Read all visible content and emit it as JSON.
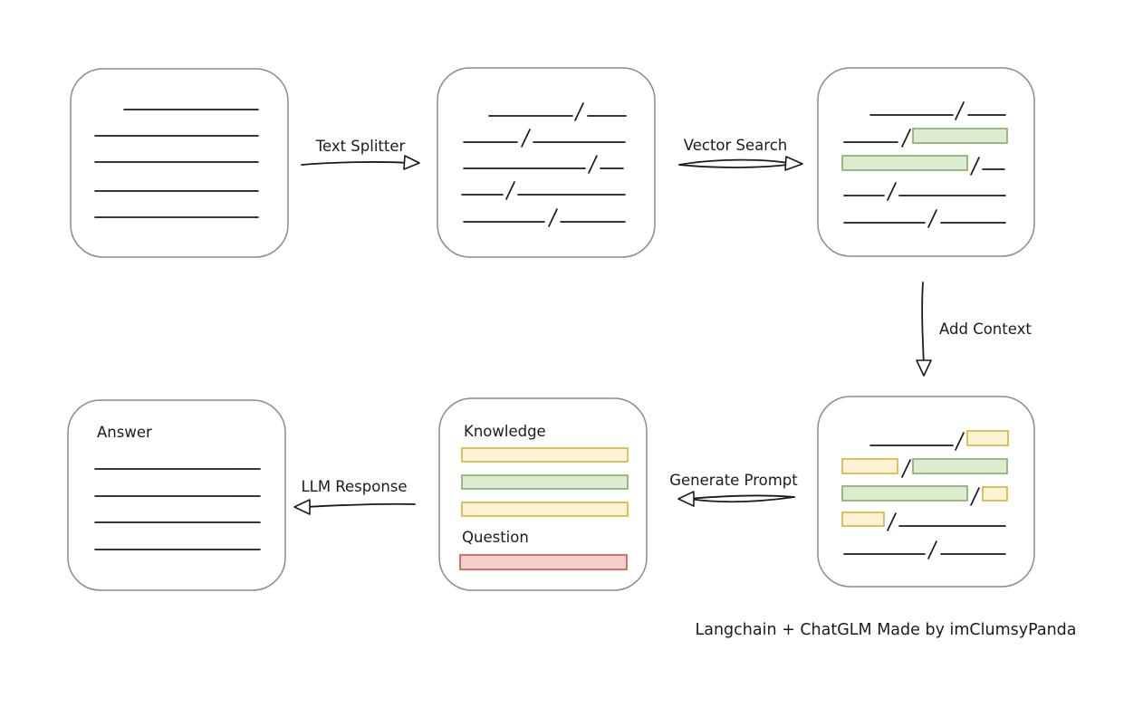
{
  "colors": {
    "ink": "#1b1b1b",
    "box_stroke": "#8c8c8c",
    "green_fill": "#ddebd1",
    "green_stroke": "#84ab66",
    "yellow_fill": "#fcf3d4",
    "yellow_stroke": "#d6b33c",
    "red_fill": "#f5d0ca",
    "red_stroke": "#bf564e"
  },
  "nodes": {
    "prompt": {
      "knowledge_label": "Knowledge",
      "question_label": "Question"
    },
    "answer": {
      "label": "Answer"
    }
  },
  "edges": {
    "text_splitter": "Text Splitter",
    "vector_search": "Vector Search",
    "add_context": "Add Context",
    "generate_prompt": "Generate Prompt",
    "llm_response": "LLM Response"
  },
  "caption": "Langchain + ChatGLM Made by imClumsyPanda"
}
